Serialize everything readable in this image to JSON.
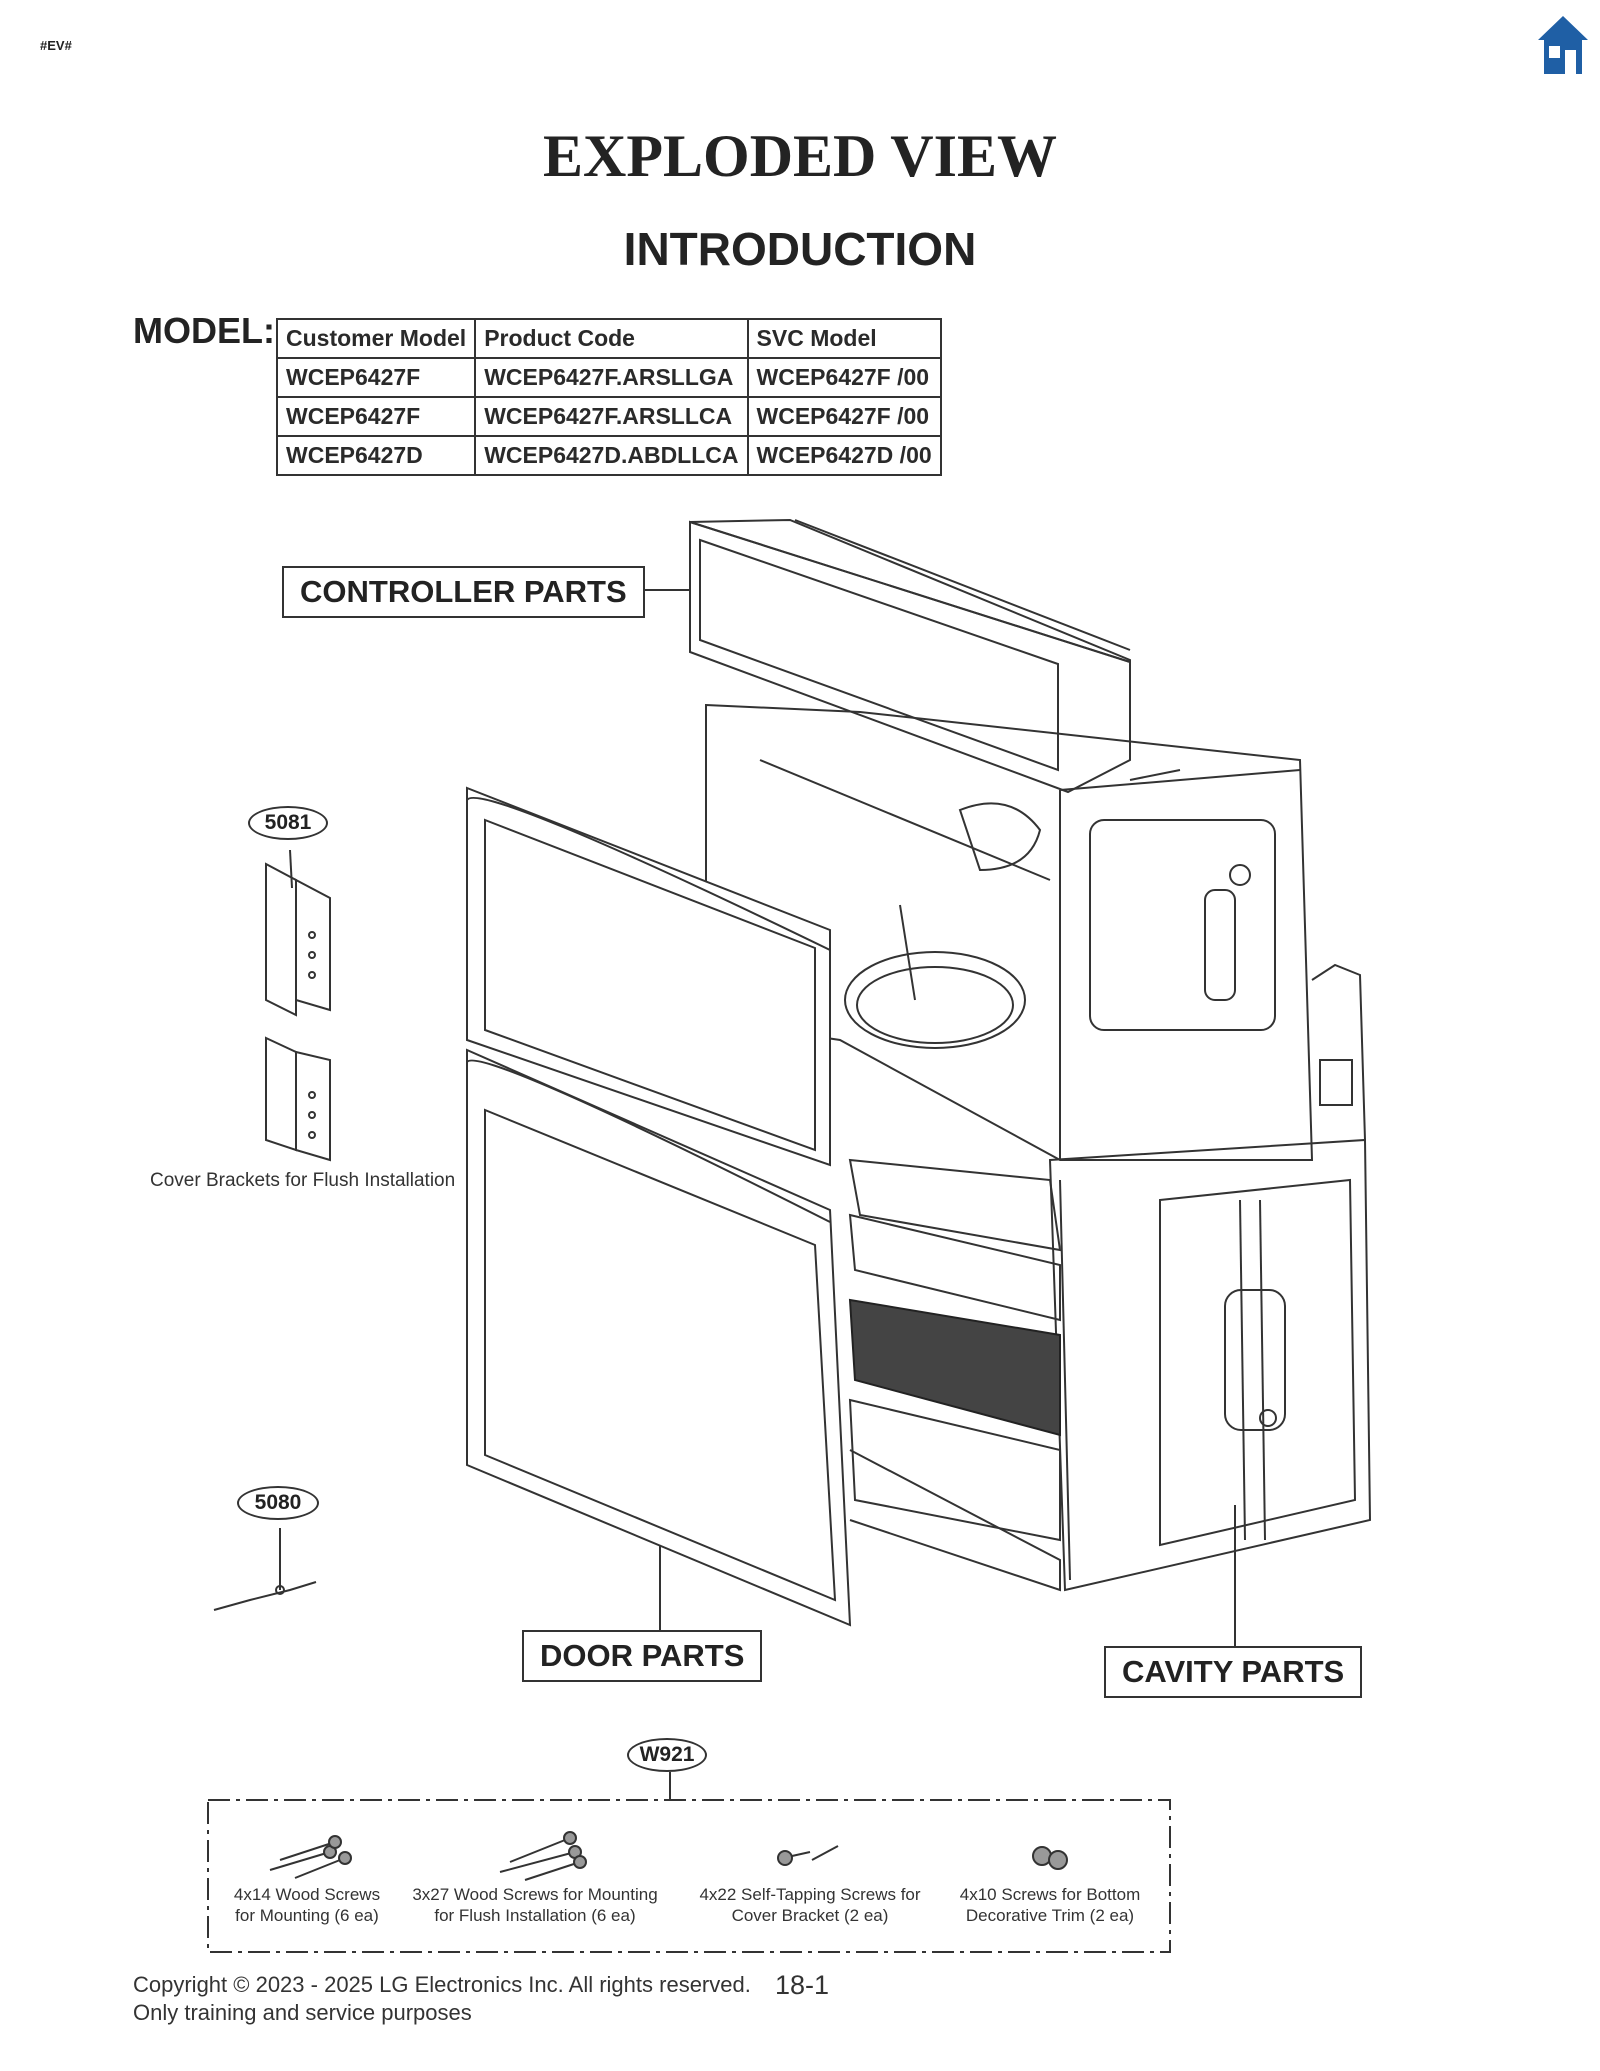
{
  "header": {
    "tag": "#EV#",
    "home_icon": "home-icon",
    "home_icon_color": "#1f5fa5"
  },
  "title": "EXPLODED VIEW",
  "subtitle": "INTRODUCTION",
  "model": {
    "label": "MODEL:",
    "columns": [
      "Customer Model",
      "Product Code",
      "SVC Model"
    ],
    "rows": [
      [
        "WCEP6427F",
        "WCEP6427F.ARSLLGA",
        "WCEP6427F  /00"
      ],
      [
        "WCEP6427F",
        "WCEP6427F.ARSLLCA",
        "WCEP6427F  /00"
      ],
      [
        "WCEP6427D",
        "WCEP6427D.ABDLLCA",
        "WCEP6427D  /00"
      ]
    ]
  },
  "diagram": {
    "controller_parts": "CONTROLLER PARTS",
    "door_parts": "DOOR PARTS",
    "cavity_parts": "CAVITY PARTS",
    "part_5081": "5081",
    "part_5080": "5080",
    "part_w921": "W921",
    "cover_brackets_caption": "Cover Brackets for Flush Installation"
  },
  "hardware": [
    {
      "line1": "4x14 Wood Screws",
      "line2": "for Mounting (6 ea)"
    },
    {
      "line1": "3x27 Wood Screws for Mounting",
      "line2": "for Flush Installation (6 ea)"
    },
    {
      "line1": "4x22 Self-Tapping Screws for",
      "line2": "Cover Bracket (2 ea)"
    },
    {
      "line1": "4x10 Screws for Bottom",
      "line2": "Decorative Trim (2 ea)"
    }
  ],
  "footer": {
    "copyright": "Copyright © 2023 - 2025 LG Electronics Inc. All rights reserved.",
    "usage": "Only training and service purposes",
    "page": "18-1"
  }
}
